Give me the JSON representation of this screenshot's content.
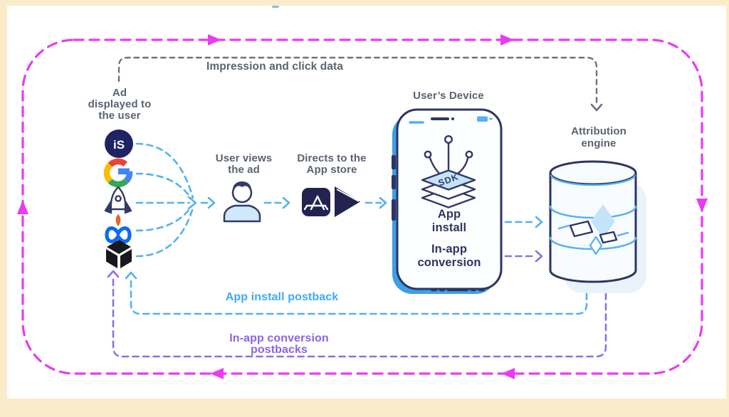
{
  "colors": {
    "magenta": "#e73cf3",
    "blue_line": "#56b0f3",
    "purple_line": "#8f6fe8",
    "gray_line": "#6b7380",
    "navy": "#2d3561",
    "icon_navy": "#23234f",
    "label_gray": "#5a6370",
    "blue_label": "#3fa9f5",
    "purple_label": "#8a63e8",
    "cream": "#faeccb",
    "phone_blue": "#3d9fe8",
    "light_blue_fill": "#c3e4f8",
    "meta_blue": "#0a6cf1",
    "google_blue": "#4285f4",
    "google_red": "#ea4335",
    "google_yellow": "#fbbc05",
    "google_green": "#34a853",
    "flame_orange": "#e8632c",
    "ironsource_navy": "#1e2363",
    "unity_black": "#17191f",
    "cylinder_fill": "#f8fbff",
    "cylinder_shadow": "#eaf3fb",
    "outline_navy": "#333a66",
    "person_fill": "#cfe9fa",
    "accent_bar_blue": "#7ac3ee"
  },
  "labels": {
    "impression_and_click_data": "Impression and click data",
    "ad_displayed_lines": [
      "Ad",
      "displayed to",
      "the user"
    ],
    "user_views_lines": [
      "User views",
      "the ad"
    ],
    "directs_lines": [
      "Directs to the",
      "App store"
    ],
    "users_device": "User’s Device",
    "attribution_engine_lines": [
      "Attribution",
      "engine"
    ],
    "app_install_lines": [
      "App",
      "install"
    ],
    "in_app_conversion_lines": [
      "In-app",
      "conversion"
    ],
    "app_install_postback": "App install postback",
    "in_app_conversion_postbacks": "In-app conversion postbacks"
  },
  "icons": {
    "ironsource_label": "iS",
    "sdk_label": "SDK",
    "ad_network_icons": [
      "ironsource-icon",
      "google-icon",
      "rocket-icon",
      "meta-icon",
      "unity-icon"
    ],
    "store_icons": [
      "app-store-icon",
      "google-play-icon"
    ],
    "device_icon": "smartphone-with-sdk",
    "engine_icon": "database-cylinder",
    "user_icon": "person"
  }
}
